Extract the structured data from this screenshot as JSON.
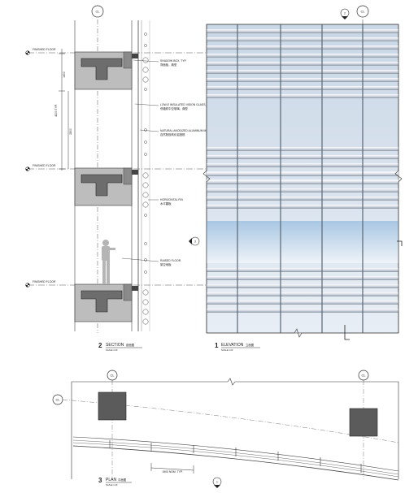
{
  "gridline_label": "CL",
  "section": {
    "floor_labels": [
      "FINISHED FLOOR",
      "FINISHED FLOOR",
      "FINISHED FLOOR"
    ],
    "dims": [
      "1400",
      "4200 TYP.",
      "2800"
    ],
    "callouts": [
      {
        "en": "SHADOW BOX, TYP.",
        "cn": "背面板，典型"
      },
      {
        "en": "LOW-E INSULATED VISION GLASS, TYP.",
        "cn": "低辐射中空玻璃，典型"
      },
      {
        "en": "NATURAL ANODIZED ALUMINUM MULLION, TYP.",
        "cn": "自然阳极氧化铝竖框"
      },
      {
        "en": "HORIZONTAL FIN",
        "cn": "水平翻板"
      },
      {
        "en": "RAISED FLOOR",
        "cn": "架空地板"
      }
    ],
    "title": {
      "num": "2",
      "en": "SECTION",
      "cn": "剖面图",
      "scale": "SCALE 1:20"
    }
  },
  "elevation": {
    "marker_top": "2",
    "marker_side": "3",
    "title": {
      "num": "1",
      "en": "ELEVATION",
      "cn": "立面图",
      "scale": "SCALE 1:20"
    }
  },
  "plan": {
    "dim": "1500 NOM. TYP.",
    "marker_bottom": "1",
    "title": {
      "num": "3",
      "en": "PLAN",
      "cn": "平面图",
      "scale": "SCALE 1:20"
    }
  }
}
